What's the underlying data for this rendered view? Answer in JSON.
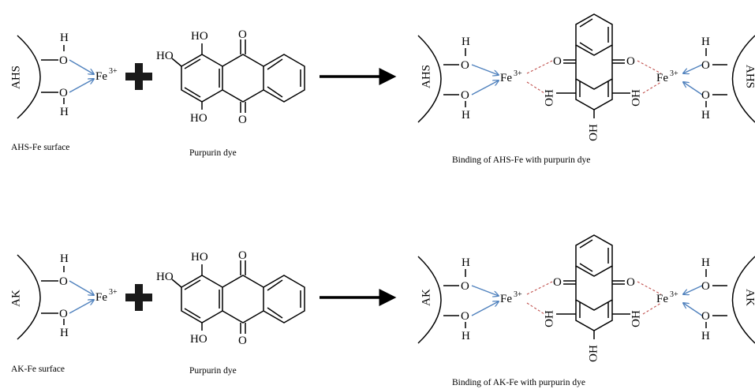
{
  "rows": [
    {
      "support_label": "AHS",
      "surface_caption": "AHS-Fe surface",
      "dye_caption": "Purpurin dye",
      "product_caption": "Binding of AHS-Fe with purpurin dye"
    },
    {
      "support_label": "AK",
      "surface_caption": "AK-Fe surface",
      "dye_caption": "Purpurin dye",
      "product_caption": "Binding of AK-Fe with purpurin dye"
    }
  ],
  "atoms": {
    "hydrogen": "H",
    "oxygen": "O",
    "hydroxyl": "HO",
    "hydroxyl_rotated": "OH",
    "iron": "Fe",
    "iron_charge": "3+"
  },
  "colors": {
    "coordination_arrow": "#4f81bd",
    "hydrogen_bond": "#c0504d",
    "plus_sign": "#1a1a1a",
    "reaction_arrow": "#000000"
  },
  "icons": {
    "plus": "heavy-plus-icon",
    "reaction": "reaction-arrow-icon"
  }
}
